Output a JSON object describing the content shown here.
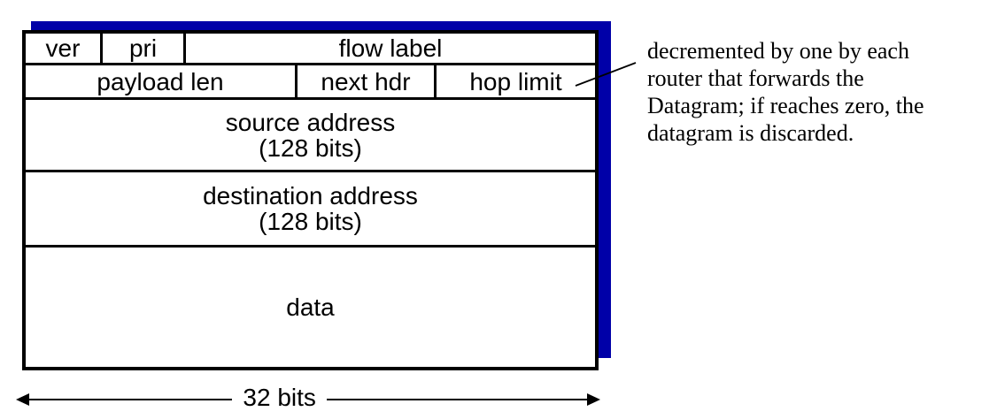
{
  "packet": {
    "row1": [
      "ver",
      "pri",
      "flow label"
    ],
    "row2": [
      "payload len",
      "next hdr",
      "hop limit"
    ],
    "row3": {
      "line1": "source address",
      "line2": "(128 bits)"
    },
    "row4": {
      "line1": "destination address",
      "line2": "(128 bits)"
    },
    "row5": [
      "data"
    ]
  },
  "width_indicator": {
    "label": "32 bits"
  },
  "annotation": {
    "lines": [
      "decremented by one by each",
      "router that forwards the",
      "Datagram; if reaches zero, the",
      "datagram is discarded."
    ]
  },
  "colors": {
    "shadow_blue": "#0000A8",
    "line_black": "#000000"
  }
}
